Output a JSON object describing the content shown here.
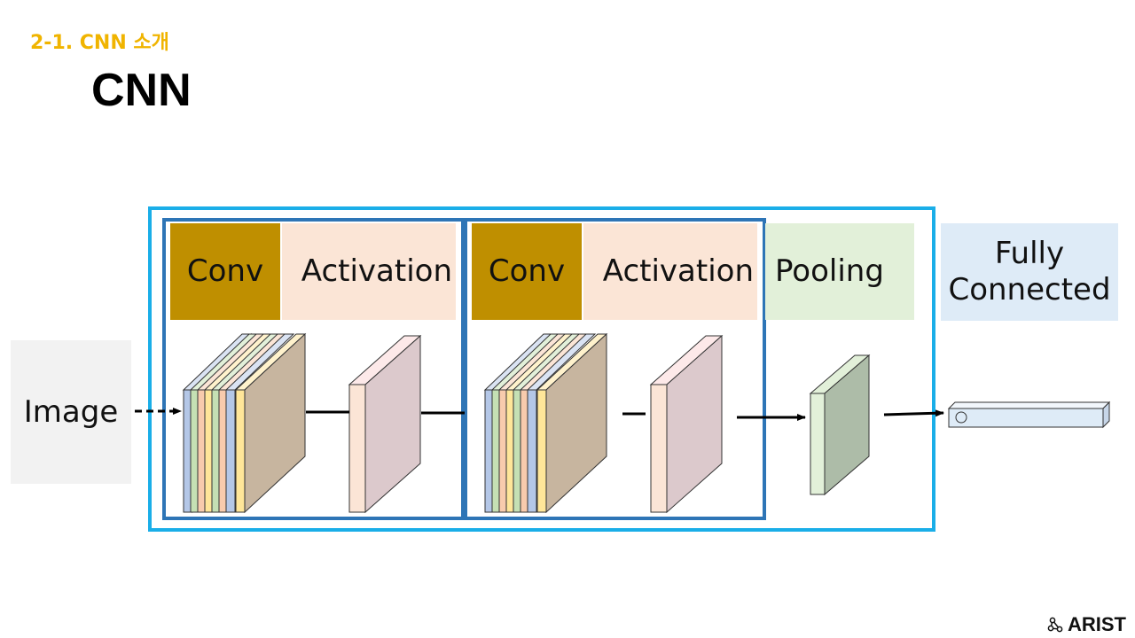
{
  "header": {
    "section_label": "2-1. CNN 소개",
    "title": "CNN"
  },
  "diagram": {
    "input_label": "Image",
    "blocks": [
      {
        "label": "Conv",
        "color": "#bf8f00"
      },
      {
        "label": "Activation",
        "color": "#fbe5d6"
      },
      {
        "label": "Conv",
        "color": "#bf8f00"
      },
      {
        "label": "Activation",
        "color": "#fbe5d6"
      },
      {
        "label": "Pooling",
        "color": "#e2f0d9"
      }
    ],
    "output_label": "Fully\nConnected",
    "output_color": "#deebf7",
    "frame_outer_color": "#1aaee8",
    "frame_inner_color": "#2e75b6"
  },
  "brand": {
    "name": "ARIST",
    "icon": "molecule-icon"
  }
}
